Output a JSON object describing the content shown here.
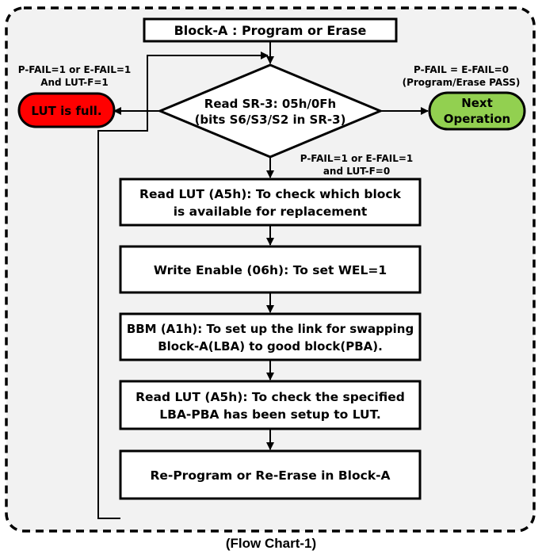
{
  "diagram": {
    "caption": "(Flow Chart-1)",
    "start_box": "Block-A : Program or Erase",
    "decision": {
      "line1": "Read SR-3: 05h/0Fh",
      "line2": "(bits S6/S3/S2 in SR-3)"
    },
    "branch_fail_full": {
      "condition_line1": "P-FAIL=1 or E-FAIL=1",
      "condition_line2": "And LUT-F=1",
      "terminal": "LUT is full."
    },
    "branch_pass": {
      "condition_line1": "P-FAIL = E-FAIL=0",
      "condition_line2": "(Program/Erase PASS)",
      "terminal_line1": "Next",
      "terminal_line2": "Operation"
    },
    "branch_fail_available": {
      "condition_line1": "P-FAIL=1 or E-FAIL=1",
      "condition_line2": "and LUT-F=0"
    },
    "steps": [
      {
        "line1": "Read LUT (A5h): To check which block",
        "line2": "is available for replacement"
      },
      {
        "line1": "Write Enable (06h): To set WEL=1",
        "line2": ""
      },
      {
        "line1": "BBM (A1h): To set up the link for swapping",
        "line2": "Block-A(LBA) to good block(PBA)."
      },
      {
        "line1": "Read LUT (A5h): To check the specified",
        "line2": "LBA-PBA has been setup to LUT."
      },
      {
        "line1": "Re-Program or Re-Erase in Block-A",
        "line2": ""
      }
    ],
    "colors": {
      "lut_full": "#ff0000",
      "next_operation": "#92d050",
      "frame_background": "#f2f2f2"
    }
  }
}
